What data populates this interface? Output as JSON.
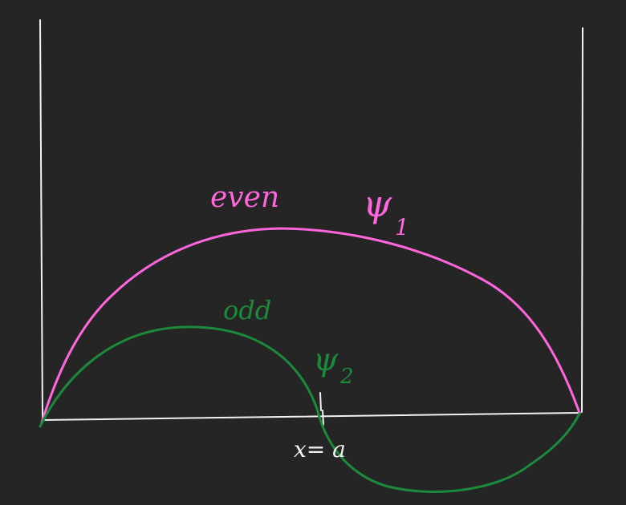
{
  "colors": {
    "background": "#252525",
    "axes": "#f2f2f2",
    "even_state": "#ff66dd",
    "odd_state": "#1b8a3a"
  },
  "labels": {
    "even": "even",
    "psi1_symbol": "ψ",
    "psi1_subscript": "1",
    "odd": "odd",
    "psi2_symbol": "ψ",
    "psi2_subscript": "2",
    "x_marker": "x= a"
  },
  "curves": {
    "psi1": {
      "state": "even",
      "nodes_inside_well": 0
    },
    "psi2": {
      "state": "odd",
      "nodes_inside_well": 1
    }
  }
}
